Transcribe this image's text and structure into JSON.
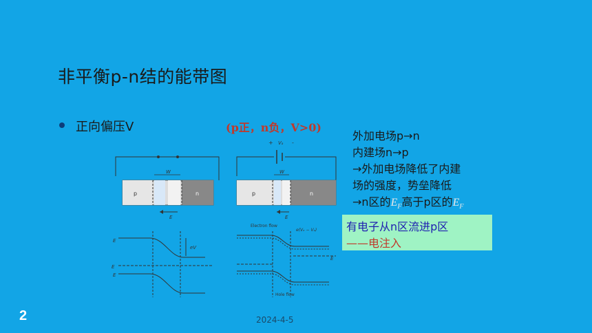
{
  "slide": {
    "title": "非平衡p-n结的能带图",
    "bullet": "正向偏压V",
    "condition": "(p正，n负，V>0)",
    "notes": {
      "line1": "外加电场p→n",
      "line2": "内建场n→p",
      "line3": "→外加电场降低了内建",
      "line4": "场的强度，势垒降低",
      "line5_pre": "→n区的",
      "line5_ef1": "E",
      "line5_sub1": "F",
      "line5_mid": "高于p区的",
      "line5_ef2": "E",
      "line5_sub2": "F"
    },
    "callout": {
      "line1": "有电子从n区流进p区",
      "line2": "——电注入",
      "bg": "#9ff3c4"
    },
    "page_number": "2",
    "date": "2024-4-5"
  },
  "figure": {
    "left_p": "p",
    "left_n": "n",
    "left_w": "W",
    "left_e": "E",
    "right_p": "p",
    "right_n": "n",
    "right_w": "W",
    "right_e": "E",
    "right_plus": "+",
    "right_minus": "-",
    "right_va": "Vₐ",
    "band_ec": "E",
    "band_eb": "eV",
    "band_ef": "E",
    "band_ev": "E",
    "electron_flow": "Electron flow",
    "hole_flow": "Hole flow",
    "right_efn": "E",
    "right_barrier": "e(Vₑ − Vₐ)"
  }
}
